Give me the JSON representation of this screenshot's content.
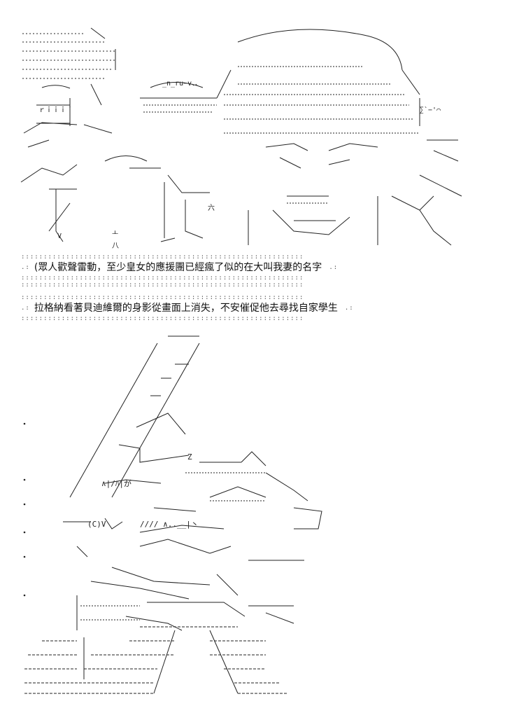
{
  "captions": [
    {
      "lead": "(",
      "text": "眾人歡聲雷動，至少皇女的應援團已經瘋了似的在大叫我妻的名字"
    },
    {
      "lead": "",
      "text": "拉格納看著貝迪維爾的身影從畫面上消失，不安催促他去尋找自家學生"
    }
  ],
  "dotted_separator": ":::::::::::::::::::::::::::::::::::::::::::::::::::::::::::::::",
  "edge_mark": ".:",
  "art_top_labels": [
    "_n_ru−v､､",
    "ｒｉｉｉｉ",
    "∑`−'⌒",
    "六",
    "八",
    "V",
    "ㅗ"
  ],
  "art_bottom_labels": [
    "Z",
    "(C)V",
    "∧|/ﾊ|が",
    "//// ∧..__|丶"
  ]
}
